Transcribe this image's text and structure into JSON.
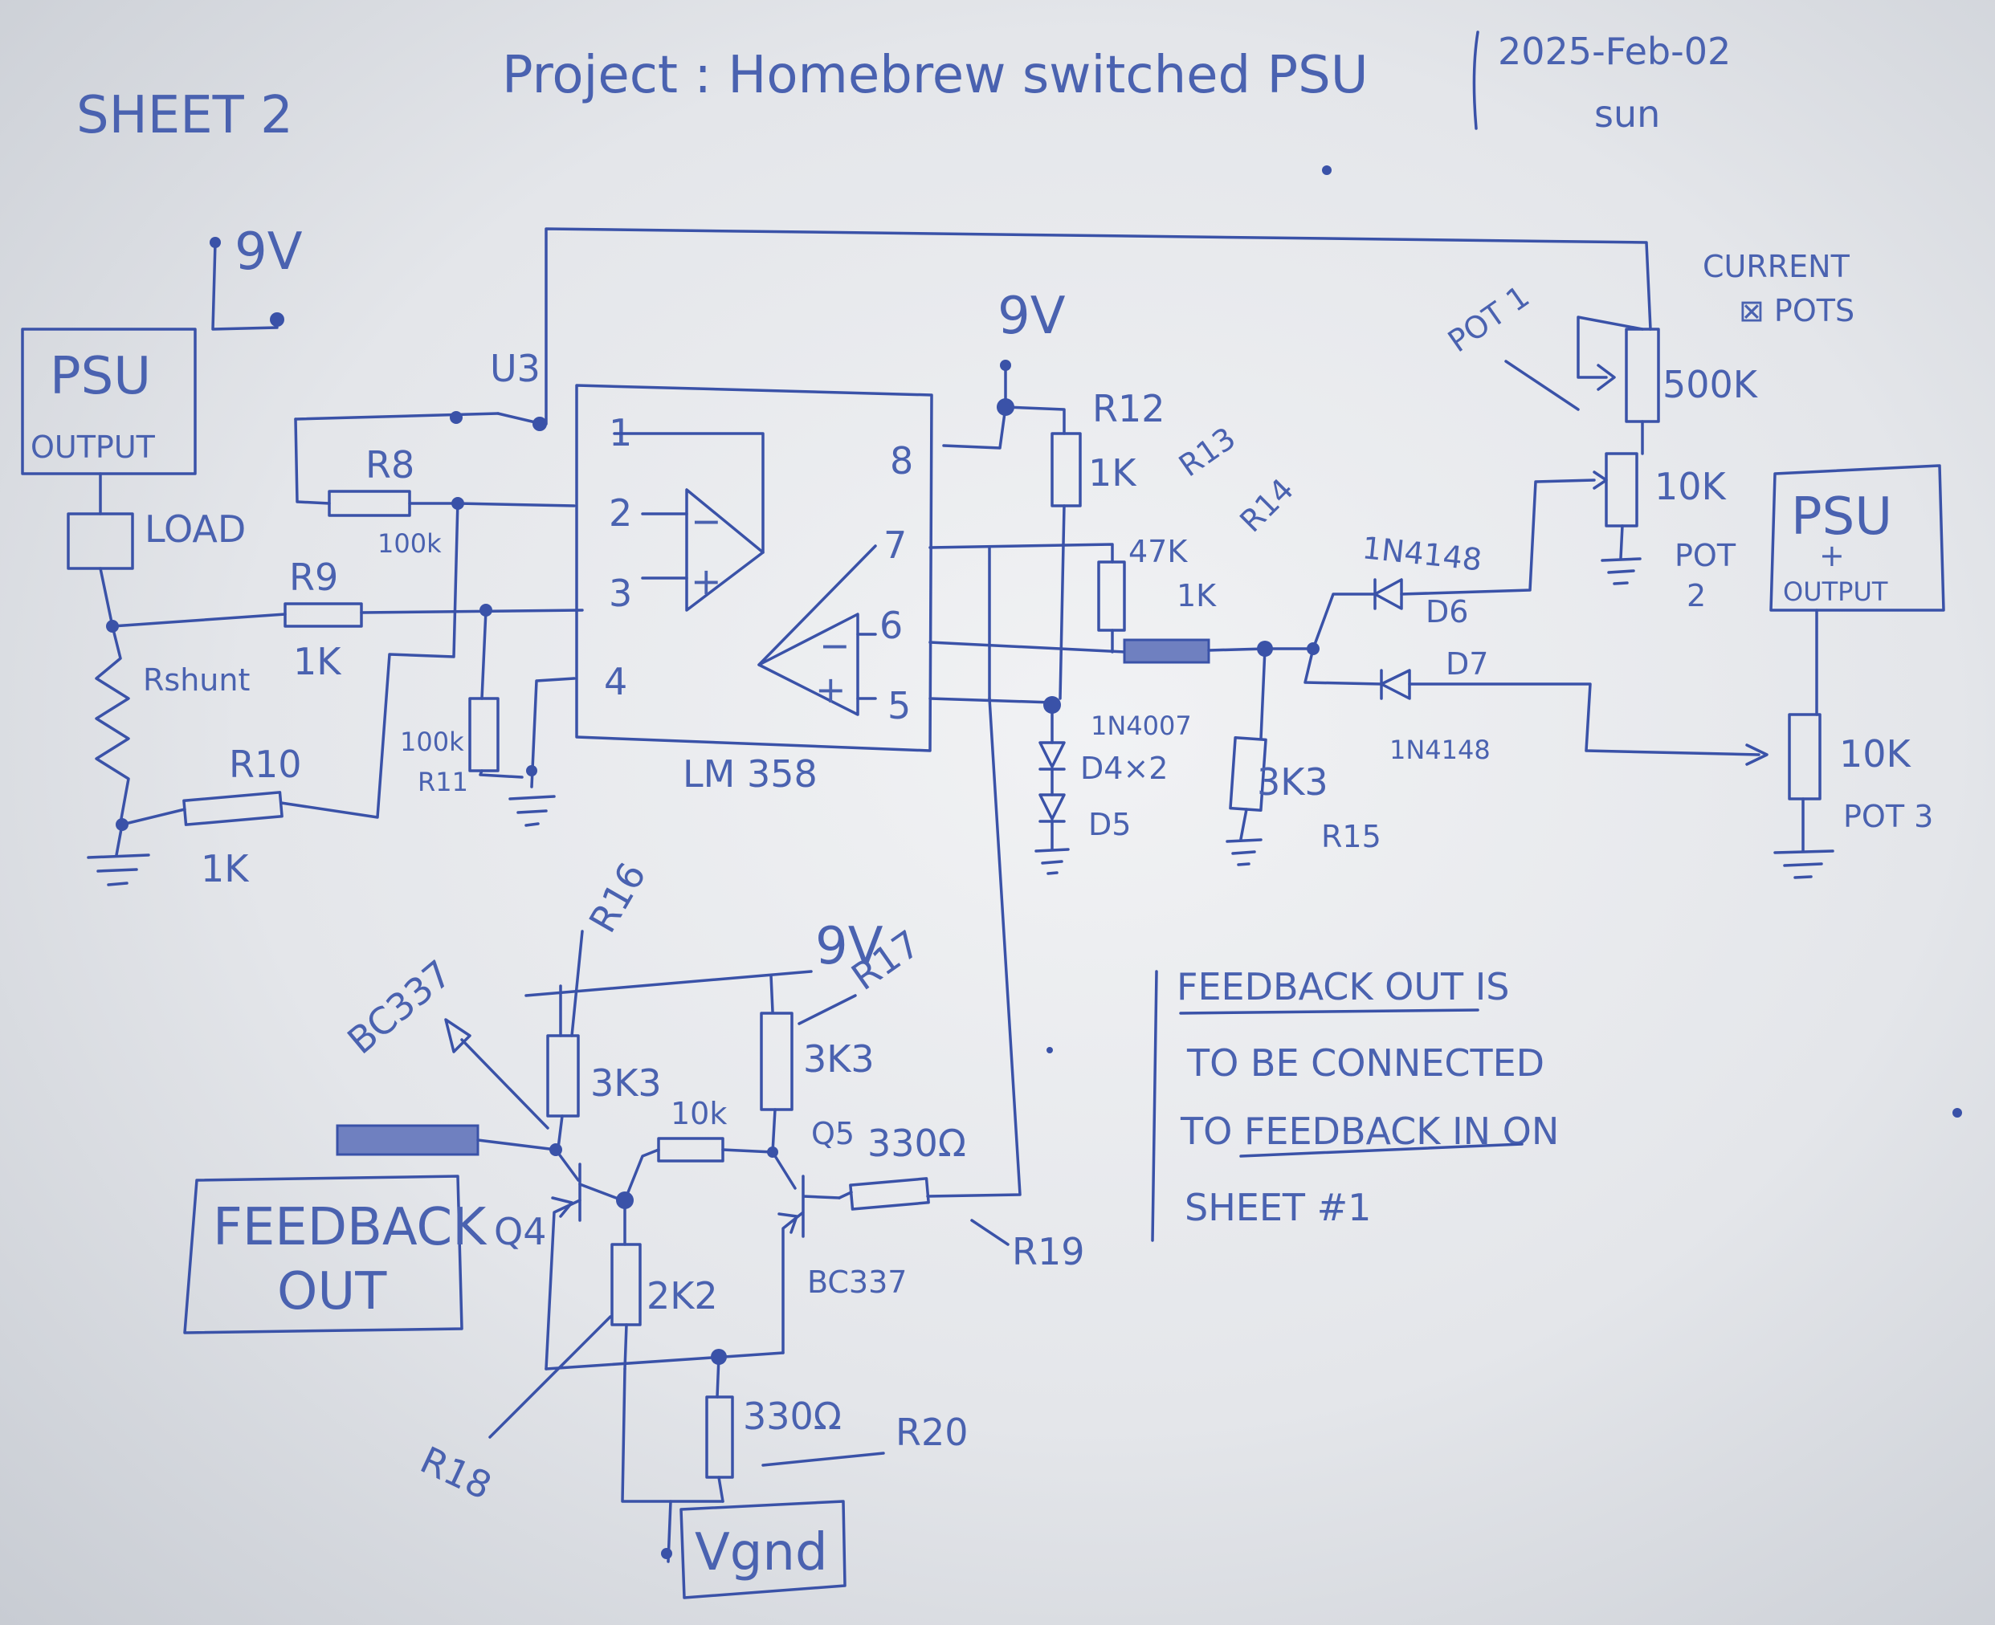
{
  "header": {
    "sheet": "SHEET 2",
    "project": "Project : Homebrew switched PSU",
    "date": "2025-Feb-02",
    "day": "sun"
  },
  "supply": {
    "v9_top": "9V",
    "v9_mid": "9V",
    "v9_bottom": "9V"
  },
  "left": {
    "psu_box_title": "PSU",
    "psu_box_sub": "OUTPUT",
    "load": "LOAD",
    "rshunt": "Rshunt",
    "r8": "R8",
    "r8_val": "100k",
    "r9": "R9",
    "r9_val": "1K",
    "r10": "R10",
    "r10_val": "1K",
    "r11": "R11",
    "r11_val": "100k"
  },
  "opamp": {
    "ref": "U3",
    "part": "LM 358",
    "pins": [
      "1",
      "2",
      "3",
      "4",
      "5",
      "6",
      "7",
      "8"
    ],
    "minus": "−",
    "plus": "+"
  },
  "middle": {
    "r12": "R12",
    "r12_val": "1K",
    "r13": "R13",
    "r13_val": "47K",
    "r14": "R14",
    "r14_val": "1K",
    "diode_part": "1N4007",
    "d4": "D4×2",
    "d5": "D5",
    "r15_val": "3K3",
    "r15": "R15",
    "d6_part": "1N4148",
    "d6": "D6",
    "d7": "D7",
    "d7_part": "1N4148"
  },
  "right": {
    "current_pots": "CURRENT\n⊠ POTS",
    "pot1": "POT 1",
    "pot1_val": "500K",
    "pot2_val": "10K",
    "pot2": "POT\n2",
    "psu_box_title": "PSU",
    "psu_box_plus": "+",
    "psu_box_sub": "OUTPUT",
    "pot3_val": "10K",
    "pot3": "POT 3"
  },
  "bottom": {
    "bc337_a": "BC337",
    "r16": "R16",
    "r16_val": "3K3",
    "r17": "R17",
    "r17_val": "3K3",
    "r_link_val": "10k",
    "q5": "Q5",
    "r19_val": "330Ω",
    "r19": "R19",
    "feedback_out": "FEEDBACK\nOUT",
    "q4": "Q4",
    "r18_val": "2K2",
    "r18": "R18",
    "bc337_b": "BC337",
    "r20_val": "330Ω",
    "r20": "R20",
    "vgnd": "Vgnd"
  },
  "note": {
    "line1_u": "FEEDBACK OUT",
    "line1_rest": " IS",
    "line2": "TO BE CONNECTED",
    "line3_a": "TO ",
    "line3_u": "FEEDBACK IN",
    "line3_b": " ON",
    "line4": "SHEET #1"
  }
}
